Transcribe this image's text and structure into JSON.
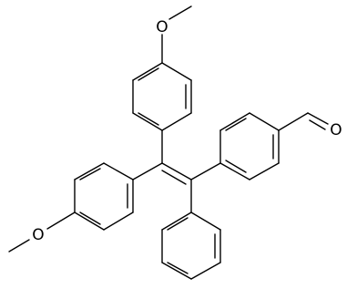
{
  "structure": {
    "atom_labels": {
      "methoxy_top_oxygen": "O",
      "methoxy_left_oxygen": "O",
      "aldehyde_oxygen": "O"
    },
    "colors": {
      "background": "#ffffff",
      "bond": "#000000",
      "label": "#000000"
    }
  }
}
